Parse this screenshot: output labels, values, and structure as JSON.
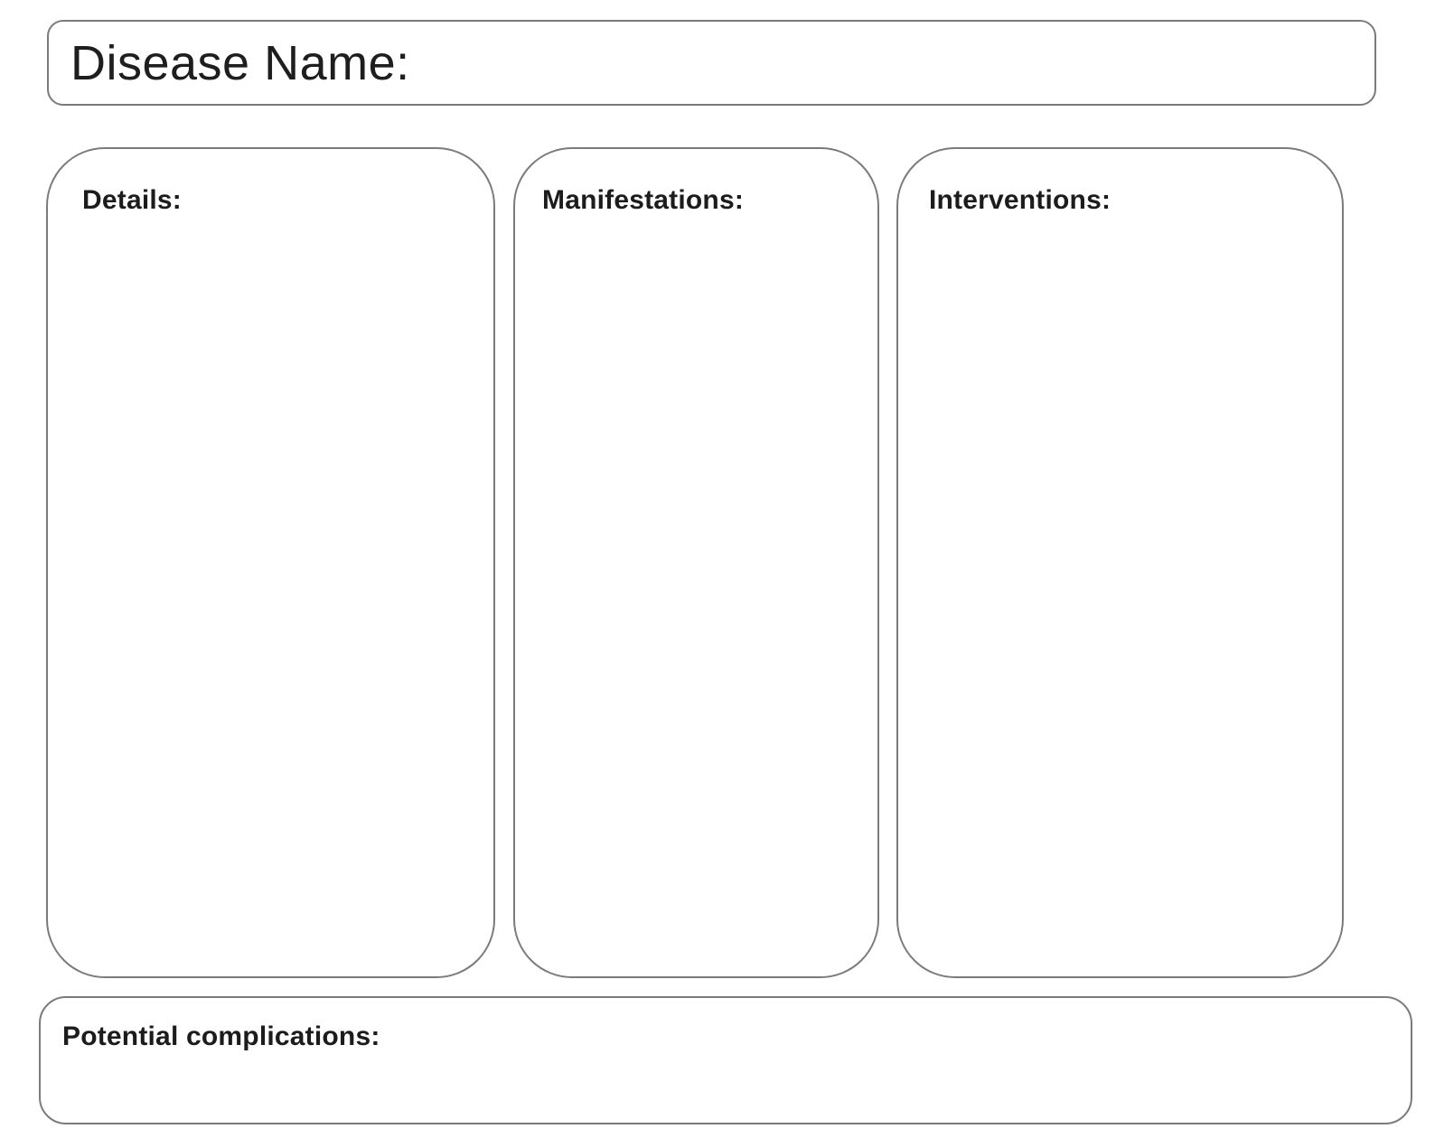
{
  "page": {
    "background_color": "#ffffff",
    "border_color": "#7b7b7b",
    "text_color": "#1e1e1e"
  },
  "header": {
    "label": "Disease Name:"
  },
  "sections": [
    {
      "id": "details",
      "label": "Details:"
    },
    {
      "id": "manifestations",
      "label": "Manifestations:"
    },
    {
      "id": "interventions",
      "label": "Interventions:"
    }
  ],
  "footer": {
    "label": "Potential complications:"
  }
}
